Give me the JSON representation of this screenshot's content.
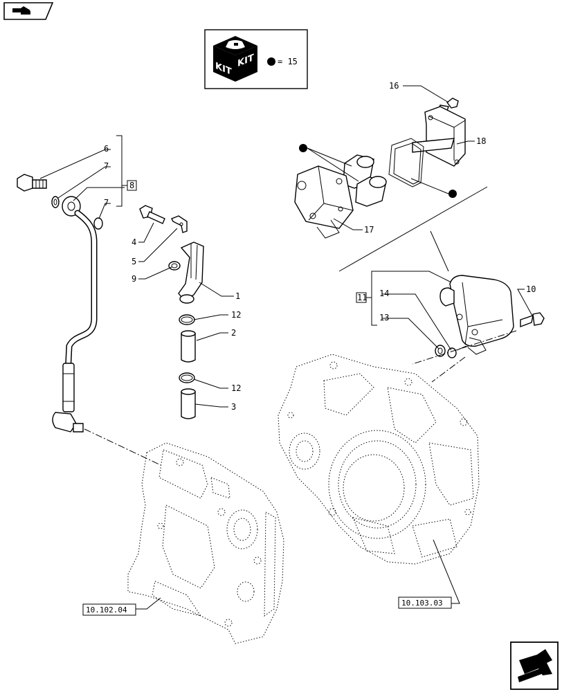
{
  "kit": {
    "label_left": "KIT",
    "label_right": "KIT",
    "equals_text": "= 15"
  },
  "callouts": {
    "c1": "1",
    "c2": "2",
    "c3": "3",
    "c4": "4",
    "c5": "5",
    "c6": "6",
    "c7a": "7",
    "c7b": "7",
    "c8": "8",
    "c9": "9",
    "c10": "10",
    "c11": "11",
    "c12a": "12",
    "c12b": "12",
    "c13": "13",
    "c14": "14",
    "c16": "16",
    "c17": "17",
    "c18": "18"
  },
  "references": {
    "ref_left": "10.102.04",
    "ref_right": "10.103.03"
  },
  "colors": {
    "ink": "#000000",
    "paper": "#ffffff"
  }
}
